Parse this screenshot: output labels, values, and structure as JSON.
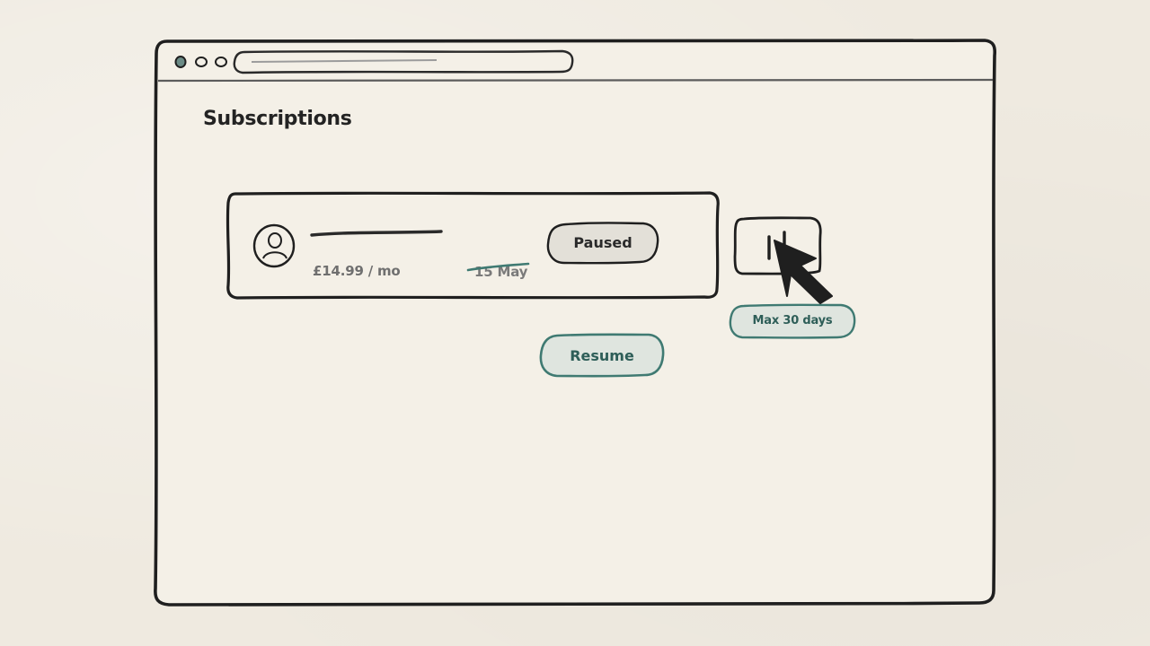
{
  "page": {
    "title": "Subscriptions"
  },
  "subscription": {
    "price": "£14.99 / mo",
    "renewal_date": "15 May",
    "status_badge": "Paused"
  },
  "actions": {
    "resume_label": "Resume",
    "pause_tooltip": "Max 30 days"
  },
  "icons": {
    "avatar": "user-icon",
    "pause": "pause-icon",
    "cursor": "arrow-cursor-icon"
  },
  "colors": {
    "accent": "#3f7a72",
    "accent_fill": "#dfe5df",
    "ink": "#222222",
    "paper": "#efeae0"
  }
}
